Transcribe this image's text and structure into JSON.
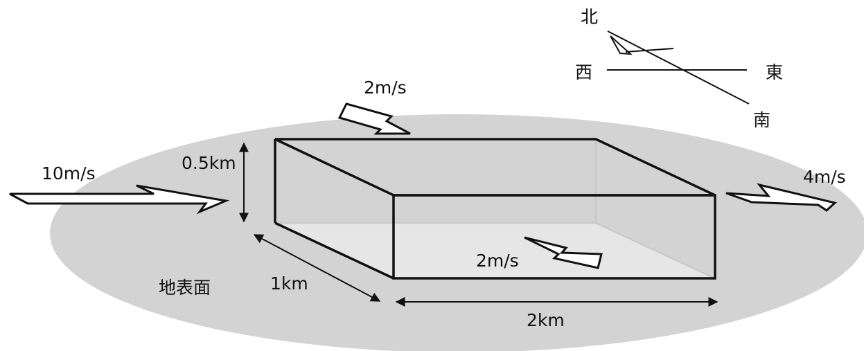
{
  "labels": {
    "wind_west": "10m/s",
    "wind_east": "4m/s",
    "wind_top": "2m/s",
    "wind_bottom": "2m/s",
    "height": "0.5km",
    "depth": "1km",
    "width": "2km",
    "ground": "地表面"
  },
  "compass": {
    "north": "北",
    "south": "南",
    "east": "東",
    "west": "西"
  },
  "colors": {
    "ground": "#d3d3d3",
    "floor": "#e6e6e6",
    "line": "#111111",
    "hidden_edge": "#c9c9c9"
  }
}
